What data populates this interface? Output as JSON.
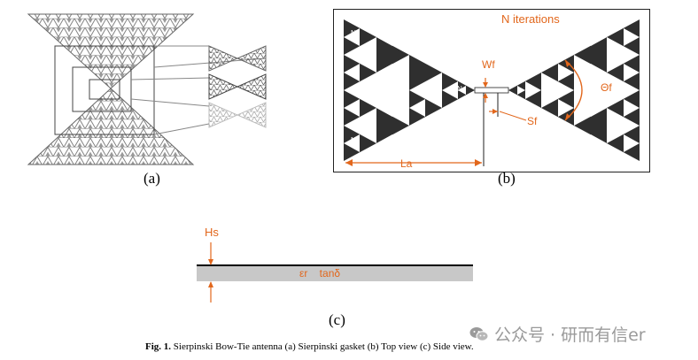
{
  "panel_a": {
    "label": "(a)"
  },
  "panel_b": {
    "label": "(b)",
    "title": "N iterations",
    "wf": "Wf",
    "sf": "Sf",
    "la": "La",
    "theta": "Θf",
    "num1": "1",
    "num2": "2",
    "numN": "N"
  },
  "panel_c": {
    "label": "(c)",
    "hs": "Hs",
    "substrate": "εr    tanδ"
  },
  "caption": {
    "bold": "Fig. 1.",
    "text": "Sierpinski Bow-Tie antenna (a) Sierpinski gasket (b) Top view (c) Side view."
  },
  "watermark": {
    "text": "公众号 · 研而有信er"
  },
  "colors": {
    "accent": "#e2671c",
    "fractal": "#3a3a3a",
    "substrate": "#c8c8c8"
  }
}
